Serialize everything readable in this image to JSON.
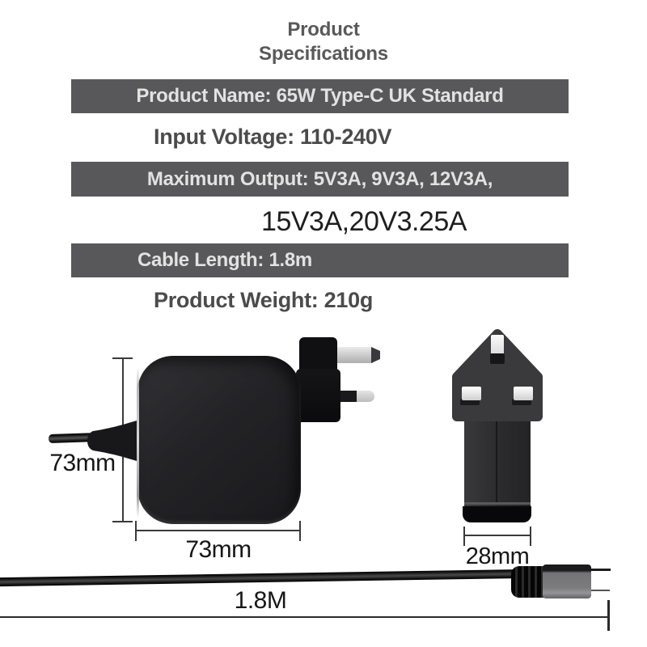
{
  "title": {
    "line1": "Product",
    "line2": "Specifications"
  },
  "specs": {
    "product_name": "Product Name: 65W Type-C UK Standard",
    "input_voltage": "Input Voltage: 110-240V",
    "max_output_line1": "Maximum Output: 5V3A, 9V3A, 12V3A,",
    "max_output_line2": "15V3A,20V3.25A",
    "cable_length": "Cable Length: 1.8m",
    "product_weight": "Product Weight: 210g"
  },
  "dimensions": {
    "adapter_height": "73mm",
    "adapter_width": "73mm",
    "plug_width": "28mm",
    "cable_length": "1.8M"
  },
  "colors": {
    "bar_background": "#58585a",
    "bar_text": "#e2e2e2",
    "spec_text": "#4b4b4b",
    "title_text": "#595959",
    "dimension_text": "#161616",
    "adapter_black": "#232326",
    "connector_gray": "#7b7b7e"
  }
}
